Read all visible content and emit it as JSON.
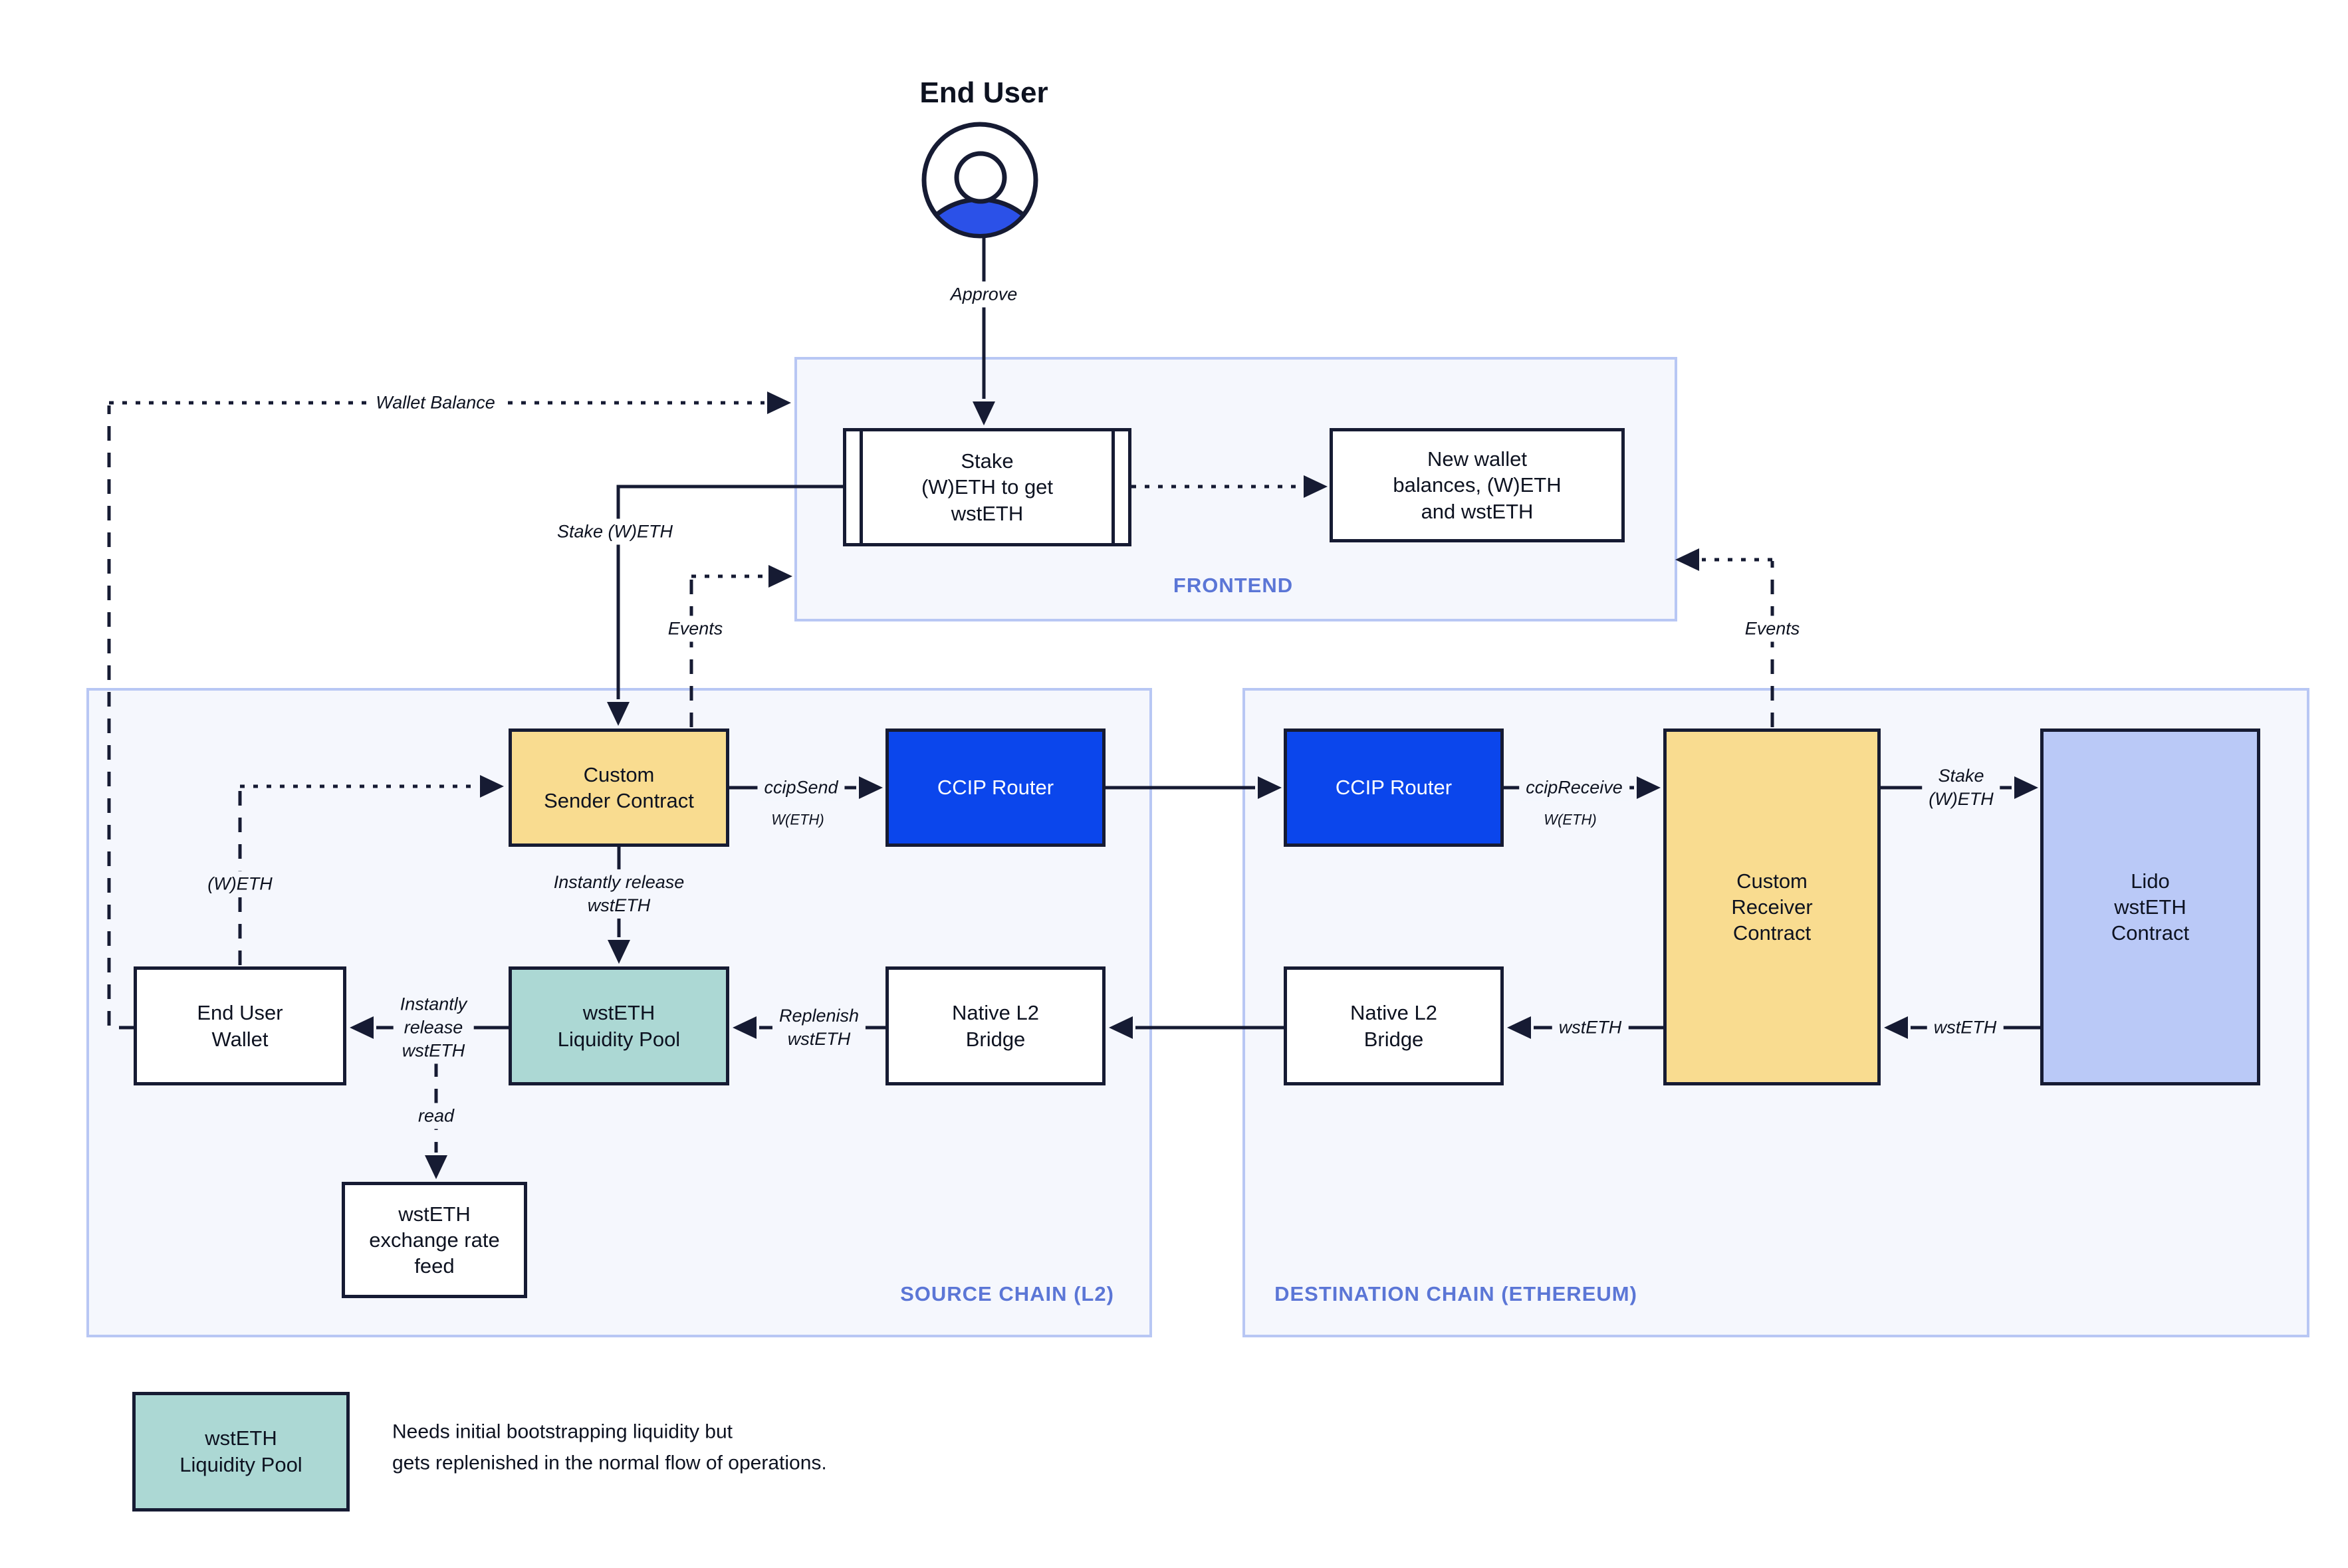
{
  "title": "End User",
  "containers": {
    "frontend": {
      "label": "FRONTEND"
    },
    "source": {
      "label": "SOURCE CHAIN (L2)"
    },
    "destination": {
      "label": "DESTINATION CHAIN (ETHEREUM)"
    }
  },
  "nodes": {
    "stake_widget": {
      "label": "Stake\n(W)ETH to get\nwstETH"
    },
    "new_wallet": {
      "label": "New wallet\nbalances, (W)ETH\nand wstETH"
    },
    "custom_sender": {
      "label": "Custom\nSender Contract"
    },
    "ccip_router_source": {
      "label": "CCIP Router"
    },
    "ccip_router_dest": {
      "label": "CCIP Router"
    },
    "custom_receiver": {
      "label": "Custom\nReceiver\nContract"
    },
    "lido_contract": {
      "label": "Lido\nwstETH\nContract"
    },
    "end_user_wallet": {
      "label": "End User\nWallet"
    },
    "liquidity_pool": {
      "label": "wstETH\nLiquidity Pool"
    },
    "native_bridge_source": {
      "label": "Native L2\nBridge"
    },
    "native_bridge_dest": {
      "label": "Native L2\nBridge"
    },
    "rate_feed": {
      "label": "wstETH\nexchange rate\nfeed"
    }
  },
  "edge_labels": {
    "approve": "Approve",
    "wallet_balance": "Wallet Balance",
    "stake_weth_left": "Stake (W)ETH",
    "events_left": "Events",
    "events_right": "Events",
    "ccip_send": "ccipSend",
    "ccip_send_asset": "W(ETH)",
    "ccip_receive": "ccipReceive",
    "ccip_receive_asset": "W(ETH)",
    "stake_weth_right": "Stake\n(W)ETH",
    "instantly_release_vertical": "Instantly release\nwstETH",
    "weth": "(W)ETH",
    "instantly_release_horizontal": "Instantly\nrelease\nwstETH",
    "replenish": "Replenish\nwstETH",
    "wsteth_to_bridge": "wstETH",
    "wsteth_from_lido": "wstETH",
    "read": "read"
  },
  "legend": {
    "box_label": "wstETH\nLiquidity Pool",
    "note": "Needs initial bootstrapping liquidity but\ngets replenished in the normal flow of operations."
  },
  "colors": {
    "accent_blue": "#0b46ec",
    "yellow": "#f9dc90",
    "teal": "#acd8d4",
    "lavender": "#bac9f7",
    "panel_fill": "#f5f7fd",
    "panel_border": "#b8c7f4",
    "section_label": "#5b76d6",
    "line": "#161b33",
    "person_blue": "#2b51e8"
  }
}
